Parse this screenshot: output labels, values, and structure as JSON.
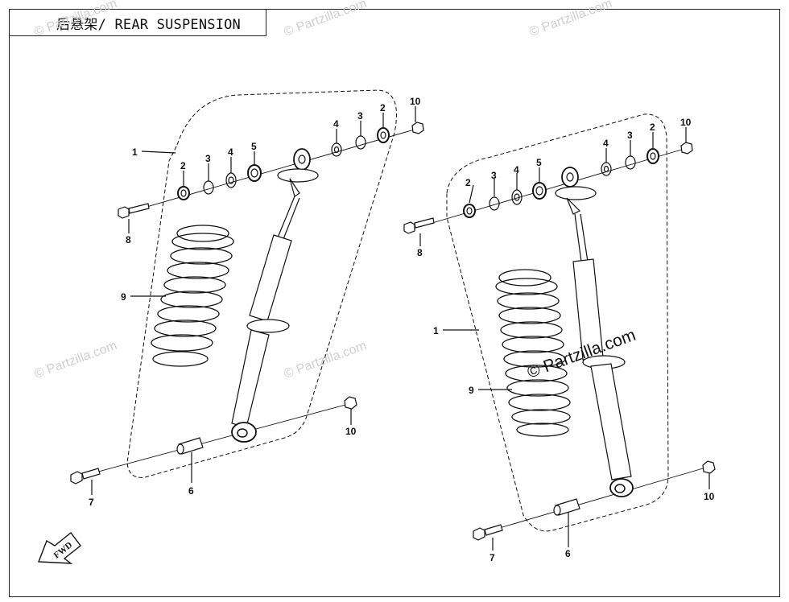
{
  "title": "后悬架/ REAR SUSPENSION",
  "watermark": "© Partzilla.com",
  "watermark_main": "© Partzilla.com",
  "fwd_label": "FWD",
  "left_assembly": {
    "labels": [
      "1",
      "2",
      "3",
      "4",
      "5",
      "4",
      "3",
      "2",
      "10",
      "8",
      "9",
      "10",
      "7",
      "6"
    ]
  },
  "right_assembly": {
    "labels": [
      "1",
      "2",
      "3",
      "4",
      "5",
      "4",
      "3",
      "2",
      "10",
      "8",
      "9",
      "10",
      "7",
      "6"
    ]
  },
  "colors": {
    "line": "#111111",
    "watermark": "#cfcfcf",
    "background": "#ffffff"
  }
}
